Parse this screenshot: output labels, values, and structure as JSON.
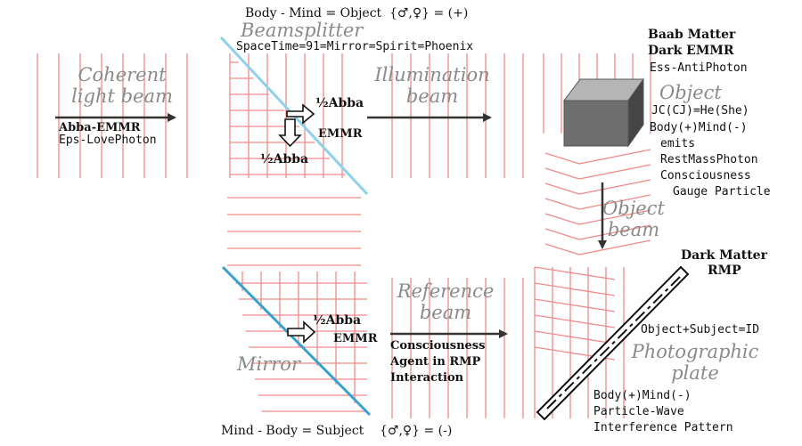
{
  "colors": {
    "grid": "#f08a8a",
    "beam": "#333333",
    "mirror": "#3aa0cc",
    "cube_front": "#6e6e6e",
    "cube_top": "#b5b5b5",
    "cube_side": "#454545"
  },
  "header": {
    "body_mind_object": "Body - Mind = Object",
    "sign_positive": "{♂,♀} = (+)",
    "spacetime": "SpaceTime=91=Mirror=Spirit=Phoenix"
  },
  "footer": {
    "mind_body_subject": "Mind - Body = Subject",
    "sign_negative": "{♂,♀} = (-)"
  },
  "labels": {
    "beamsplitter": "Beamsplitter",
    "coherent_line1": "Coherent",
    "coherent_line2": "light beam",
    "illumination_line1": "Illumination",
    "illumination_line2": "beam",
    "object_title": "Object",
    "object_beam_line1": "Object",
    "object_beam_line2": "beam",
    "reference_line1": "Reference",
    "reference_line2": "beam",
    "mirror": "Mirror",
    "photo_line1": "Photographic",
    "photo_line2": "plate"
  },
  "annotations": {
    "abba_emmr": "Abba-EMMR",
    "eps_love_photon": "Eps-LovePhoton",
    "half_abba_top": "½Abba",
    "emmr_top": "EMMR",
    "half_abba_split": "½Abba",
    "baab_matter": "Baab Matter",
    "dark_emmr": "Dark EMMR",
    "ess_anti_photon": "Ess-AntiPhoton",
    "jc_he_she": "JC(CJ)=He(She)",
    "body_mind_plus_minus": "Body(+)Mind(-)",
    "emits": "emits",
    "rest_mass_photon": "RestMassPhoton",
    "consciousness": "Consciousness",
    "gauge_particle": "Gauge Particle",
    "dark_matter": "Dark Matter",
    "rmp": "RMP",
    "object_subject_id": "Object+Subject=ID",
    "half_abba_mirror": "½Abba",
    "emmr_mirror": "EMMR",
    "consciousness_agent_1": "Consciousness",
    "consciousness_agent_2": "Agent in RMP",
    "consciousness_agent_3": "Interaction",
    "body_mind_plate": "Body(+)Mind(-)",
    "particle_wave": "Particle-Wave",
    "interference": "Interference Pattern"
  }
}
